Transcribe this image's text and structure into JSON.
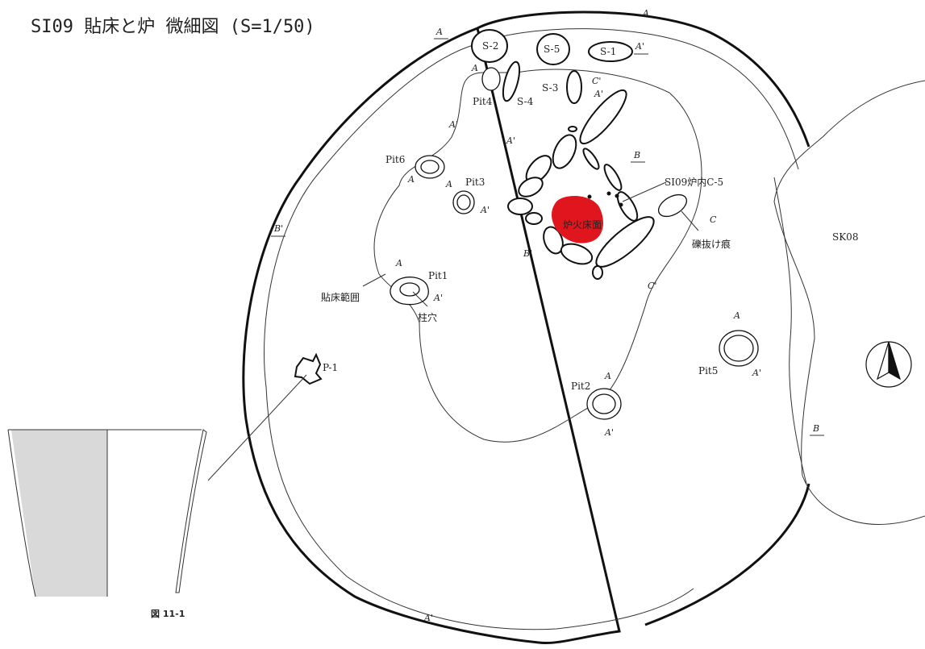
{
  "title": "SI09 貼床と炉 微細図 (S=1/50)",
  "stones": [
    "S-1",
    "S-2",
    "S-3",
    "S-4",
    "S-5"
  ],
  "pits": [
    "Pit1",
    "Pit2",
    "Pit3",
    "Pit4",
    "Pit5",
    "Pit6",
    "P-1"
  ],
  "features": {
    "hearth": "炉火床面",
    "sample": "SI09炉内C-5",
    "stone_removal": "礫抜け痕",
    "floor_range": "貼床範囲",
    "post_hole": "柱穴",
    "neighbor": "SK08"
  },
  "section_marks": {
    "a": "A",
    "a_prime": "A'",
    "b": "B",
    "b_prime": "B'",
    "c": "C",
    "c_prime": "C'"
  },
  "pottery_caption": "図 11-1",
  "colors": {
    "hearth": "#e0161e",
    "line": "#111111",
    "pottery_texture": "#d9d9d9"
  },
  "north_arrow": "north-arrow-icon"
}
